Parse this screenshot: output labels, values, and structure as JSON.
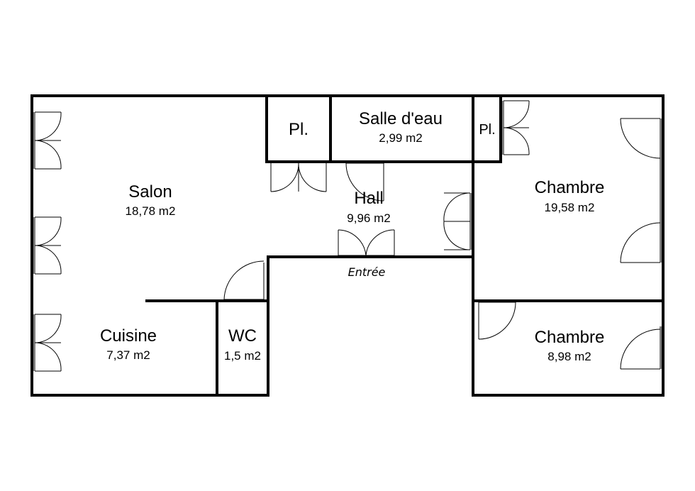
{
  "rooms": {
    "salon": {
      "name": "Salon",
      "area": "18,78 m2"
    },
    "placard_left": {
      "name": "Pl."
    },
    "salle_deau": {
      "name": "Salle d'eau",
      "area": "2,99 m2"
    },
    "placard_right": {
      "name": "Pl."
    },
    "hall": {
      "name": "Hall",
      "area": "9,96 m2"
    },
    "chambre_large": {
      "name": "Chambre",
      "area": "19,58 m2"
    },
    "cuisine": {
      "name": "Cuisine",
      "area": "7,37 m2"
    },
    "wc": {
      "name": "WC",
      "area": "1,5 m2"
    },
    "chambre_small": {
      "name": "Chambre",
      "area": "8,98 m2"
    }
  },
  "labels": {
    "entrance": "Entrée"
  }
}
